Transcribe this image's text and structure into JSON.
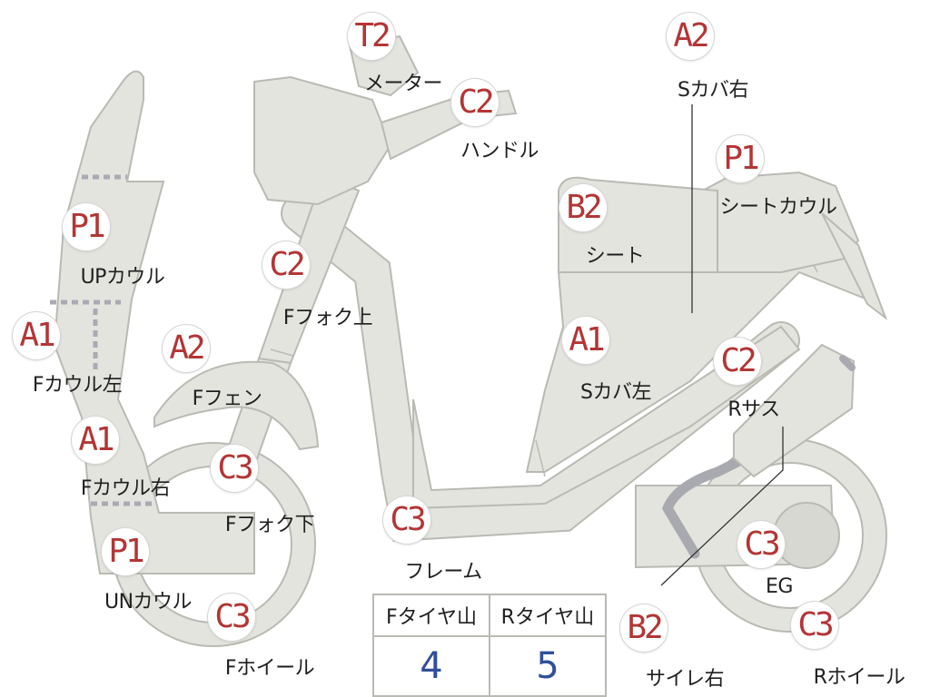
{
  "parts": [
    {
      "grade": "T2",
      "label": "メーター"
    },
    {
      "grade": "C2",
      "label": "ハンドル"
    },
    {
      "grade": "A2",
      "label": "Sカバ右"
    },
    {
      "grade": "P1",
      "label": "シートカウル"
    },
    {
      "grade": "B2",
      "label": "シート"
    },
    {
      "grade": "P1",
      "label": "UPカウル"
    },
    {
      "grade": "C2",
      "label": "Fフォク上"
    },
    {
      "grade": "A1",
      "label": "Fカウル左"
    },
    {
      "grade": "A2",
      "label": "Fフェン"
    },
    {
      "grade": "A1",
      "label": "Sカバ左"
    },
    {
      "grade": "C2",
      "label": "Rサス"
    },
    {
      "grade": "A1",
      "label": "Fカウル右"
    },
    {
      "grade": "C3",
      "label": "Fフォク下"
    },
    {
      "grade": "C3",
      "label": "フレーム"
    },
    {
      "grade": "P1",
      "label": "UNカウル"
    },
    {
      "grade": "C3",
      "label": "Fホイール"
    },
    {
      "grade": "C3",
      "label": "EG"
    },
    {
      "grade": "B2",
      "label": "サイレ右"
    },
    {
      "grade": "C3",
      "label": "Rホイール"
    }
  ],
  "tire_tread": {
    "front_label": "Fタイヤ山",
    "rear_label": "Rタイヤ山",
    "front_value": "4",
    "rear_value": "5"
  },
  "colors": {
    "grade_text": "#b33535",
    "tread_value": "#2f4f9c",
    "part_fill": "#e4e4df",
    "part_outline": "#b9bab3"
  }
}
